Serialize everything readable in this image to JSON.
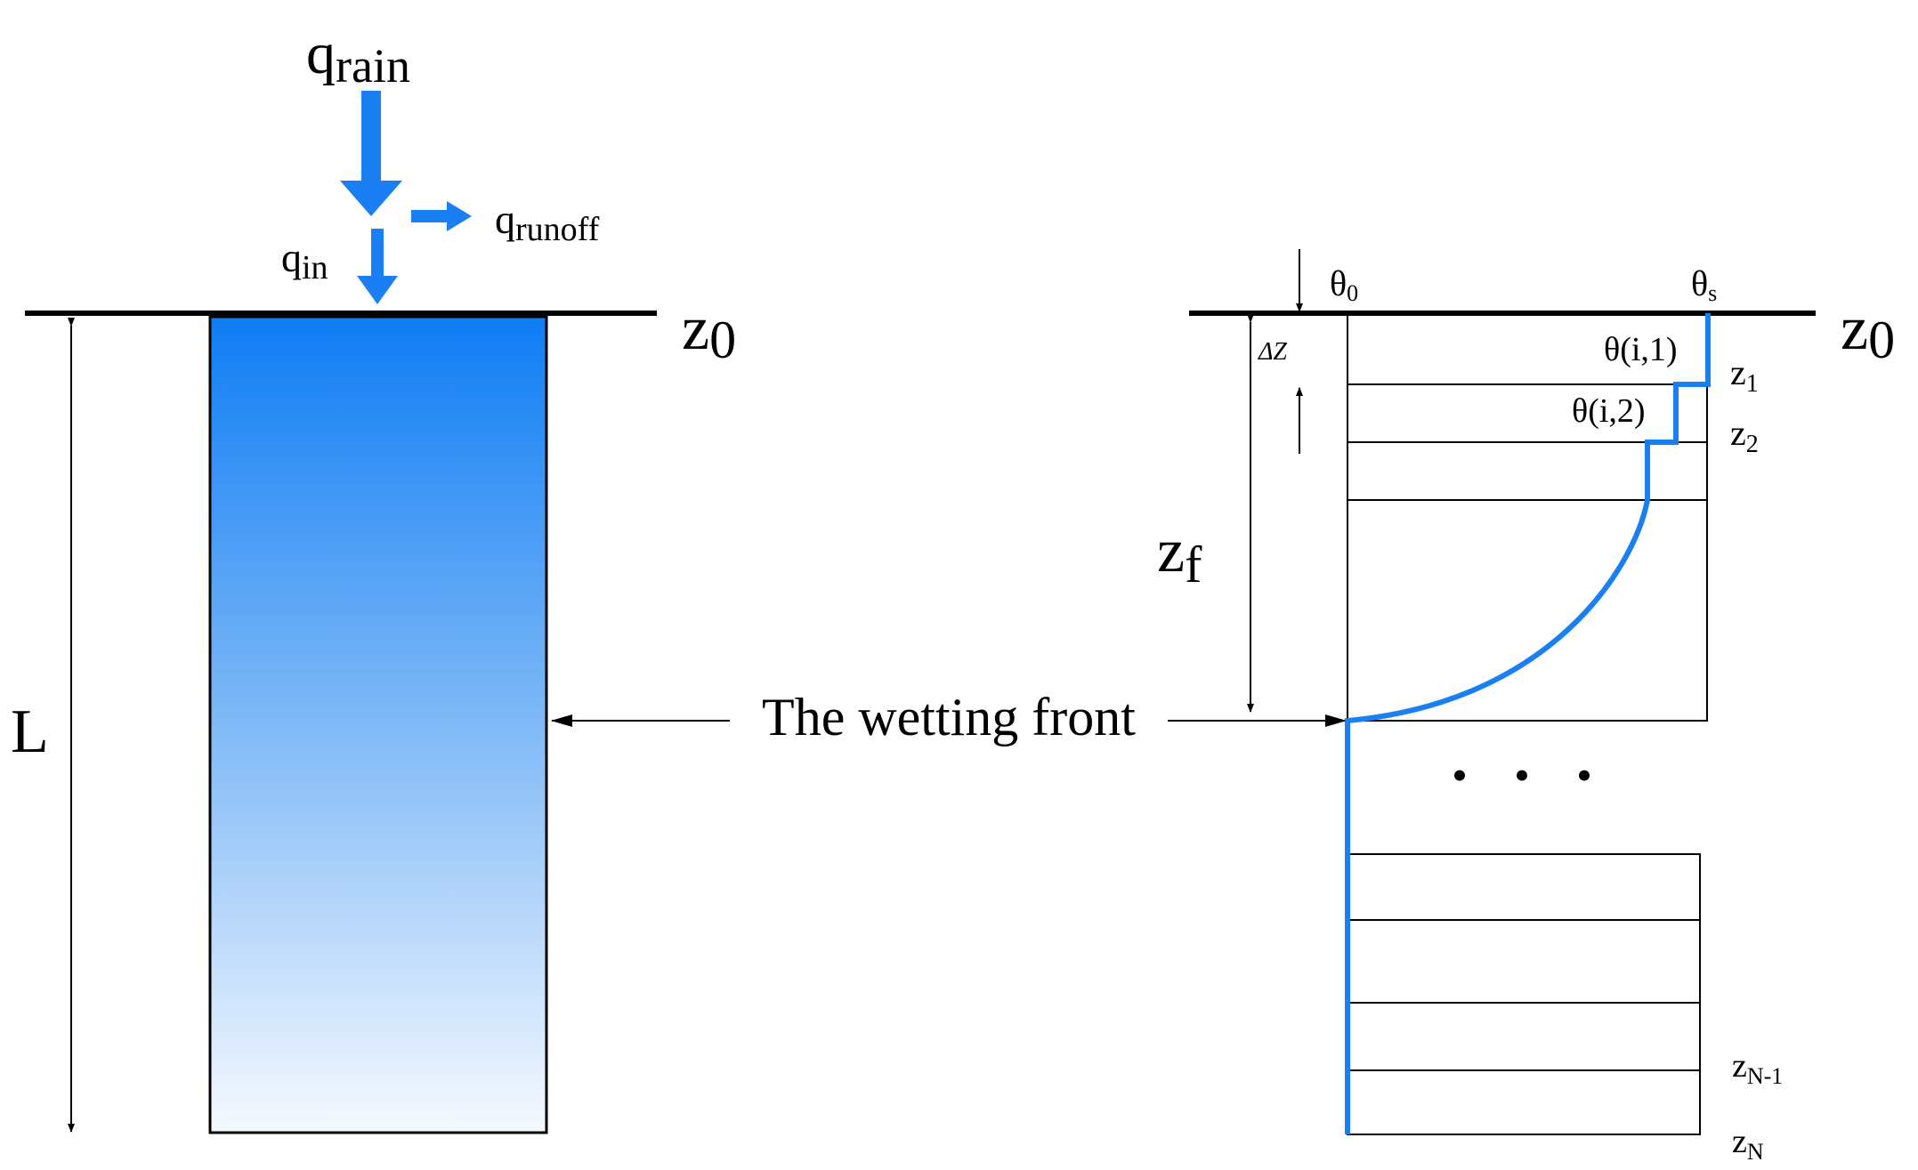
{
  "colors": {
    "flow_blue": "#1a7ff2",
    "profile_blue": "#1a7ff2",
    "column_top": "#0f7df5",
    "column_bottom": "#f6f9ff",
    "line": "#000000"
  },
  "labels": {
    "q_rain_base": "q",
    "q_rain_sub": "rain",
    "q_runoff_base": "q",
    "q_runoff_sub": "runoff",
    "q_in_base": "q",
    "q_in_sub": "in",
    "z0_left_base": "z",
    "z0_left_sub": "0",
    "z0_right_base": "z",
    "z0_right_sub": "0",
    "L": "L",
    "wetting_front": "The wetting front",
    "theta0_base": "θ",
    "theta0_sub": "0",
    "thetas_base": "θ",
    "thetas_sub": "s",
    "theta_i1": "θ(i,1)",
    "theta_i2": "θ(i,2)",
    "delta_z": "ΔZ",
    "zf_base": "z",
    "zf_sub": "f",
    "z1_base": "z",
    "z1_sub": "1",
    "z2_base": "z",
    "z2_sub": "2",
    "zN1_base": "z",
    "zN1_sub": "N-1",
    "zN_base": "z",
    "zN_sub": "N",
    "ellipsis": "• • •"
  }
}
